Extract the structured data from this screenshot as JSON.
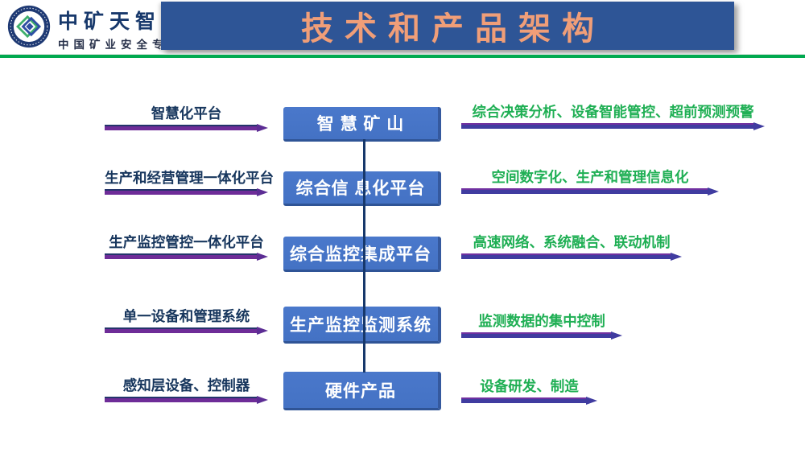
{
  "header": {
    "brand": "中矿天智科技",
    "tagline": "中国矿业安全专家",
    "title": "技术和产品架构"
  },
  "colors": {
    "banner_blue": "#2e5596",
    "title_text": "#f09e78",
    "divider_green": "#00a94f",
    "box_blue": "#4472c4",
    "box_border": "#2f5496",
    "left_label_navy": "#17365d",
    "right_label_green": "#1faf54",
    "arrow_purple": "#6e2c98",
    "arrow_indigo": "#403ca0",
    "connector_navy": "#17386b"
  },
  "icons": {
    "company_logo": "circular mine-safety emblem with green and blue diamond"
  },
  "rows": [
    {
      "left": "智慧化平台",
      "box": "智 慧 矿 山",
      "right": "综合决策分析、设备智能管控、超前预测预警"
    },
    {
      "left": "生产和经营管理一体化平台",
      "box": "综合信 息化平台",
      "right": "空间数字化、生产和管理信息化"
    },
    {
      "left": "生产监控管控一体化平台",
      "box": "综合监控集成平台",
      "right": "高速网络、系统融合、联动机制"
    },
    {
      "left": "单一设备和管理系统",
      "box": "生产监控监测系统",
      "right": "监测数据的集中控制"
    },
    {
      "left": "感知层设备、控制器",
      "box": "硬件产品",
      "right": "设备研发、制造"
    }
  ]
}
